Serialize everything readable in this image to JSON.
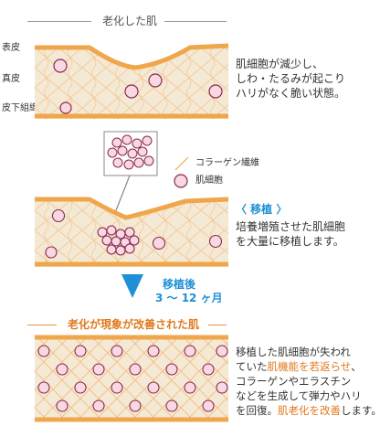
{
  "section1": {
    "title": "老化した肌",
    "labels": {
      "epidermis": "表皮",
      "dermis": "真皮",
      "subcutaneous": "皮下組織"
    },
    "description": [
      "肌細胞が減少し、",
      "しわ・たるみが起こり",
      "ハリがなく脆い状態。"
    ]
  },
  "legend": {
    "fiber": "コラーゲン繊維",
    "cell": "肌細胞"
  },
  "section2": {
    "title": "〈 移植 〉",
    "description": [
      "培養増殖させた肌細胞",
      "を大量に移植します。"
    ]
  },
  "arrow": {
    "line1": "移植後",
    "line2": "3 ～ 12 ヶ月"
  },
  "section3": {
    "title": "老化が現象が改善された肌",
    "description": [
      {
        "parts": [
          {
            "text": "移植した肌細胞が失われ",
            "hl": false
          }
        ]
      },
      {
        "parts": [
          {
            "text": "ていた",
            "hl": false
          },
          {
            "text": "肌機能を若返らせ",
            "hl": true
          },
          {
            "text": "、",
            "hl": false
          }
        ]
      },
      {
        "parts": [
          {
            "text": "コラーゲンやエラスチン",
            "hl": false
          }
        ]
      },
      {
        "parts": [
          {
            "text": "などを生成して弾力やハリ",
            "hl": false
          }
        ]
      },
      {
        "parts": [
          {
            "text": "を回復。",
            "hl": false
          },
          {
            "text": "肌老化を改善",
            "hl": true
          },
          {
            "text": "します。",
            "hl": false
          }
        ]
      }
    ]
  },
  "colors": {
    "skin_top": "#f0a64a",
    "dermis_fill": "#f4e9d4",
    "fiber": "#f3b474",
    "cell_fill": "#f7d8e3",
    "cell_stroke": "#8a2a4e",
    "accent_orange": "#e07a1f",
    "arrow_blue": "#1e90d6"
  }
}
